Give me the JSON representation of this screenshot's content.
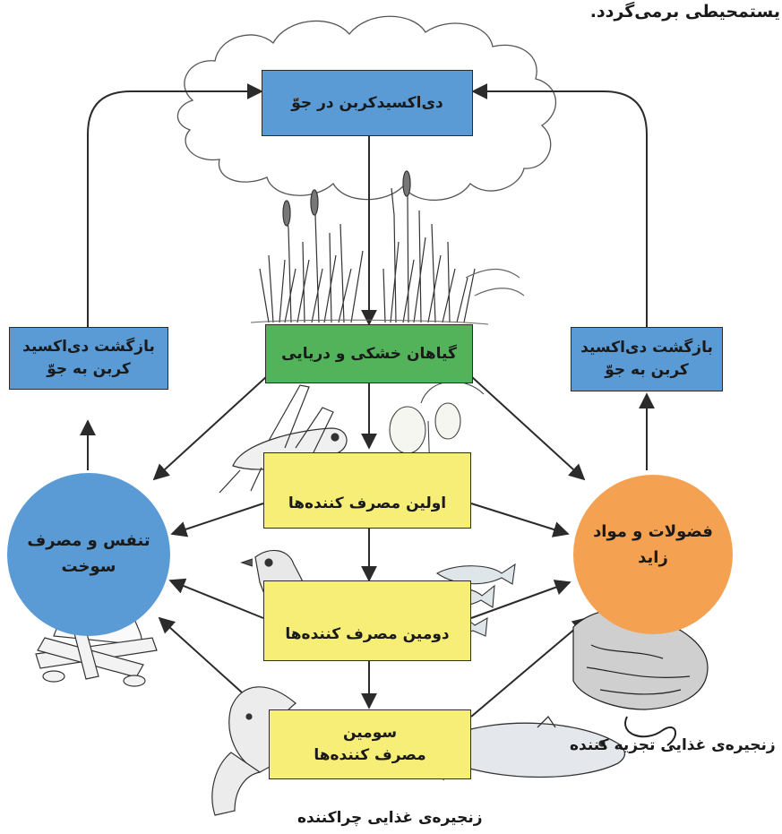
{
  "header_text": "یستمحیطی برمی‌گردد.",
  "boxes": {
    "atmosphere_co2": "دی‌اکسیدکربن در جوّ",
    "return_co2_left": "بازگشت دی‌اکسید کربن به جوّ",
    "return_co2_right": "بازگشت دی‌اکسید کربن به جوّ",
    "plants": "گیاهان خشکی و دریایی",
    "first_consumers": "اولین مصرف کننده‌ها",
    "second_consumers": "دومین مصرف کننده‌ها",
    "third_consumers_line1": "سومین",
    "third_consumers_line2": "مصرف کننده‌ها"
  },
  "circles": {
    "respiration": "تنفس و مصرف سوخت",
    "waste": "فضولات و مواد زاید"
  },
  "captions": {
    "grazing_chain": "زنجیره‌ی غذایی چراکننده",
    "decomposer_chain": "زنجیره‌ی غذایی تجزیه کننده"
  },
  "colors": {
    "box_blue": "#5b9bd5",
    "box_green": "#52b35a",
    "box_yellow": "#f7ee77",
    "circle_blue": "#5b9bd5",
    "circle_orange": "#f4a251"
  }
}
